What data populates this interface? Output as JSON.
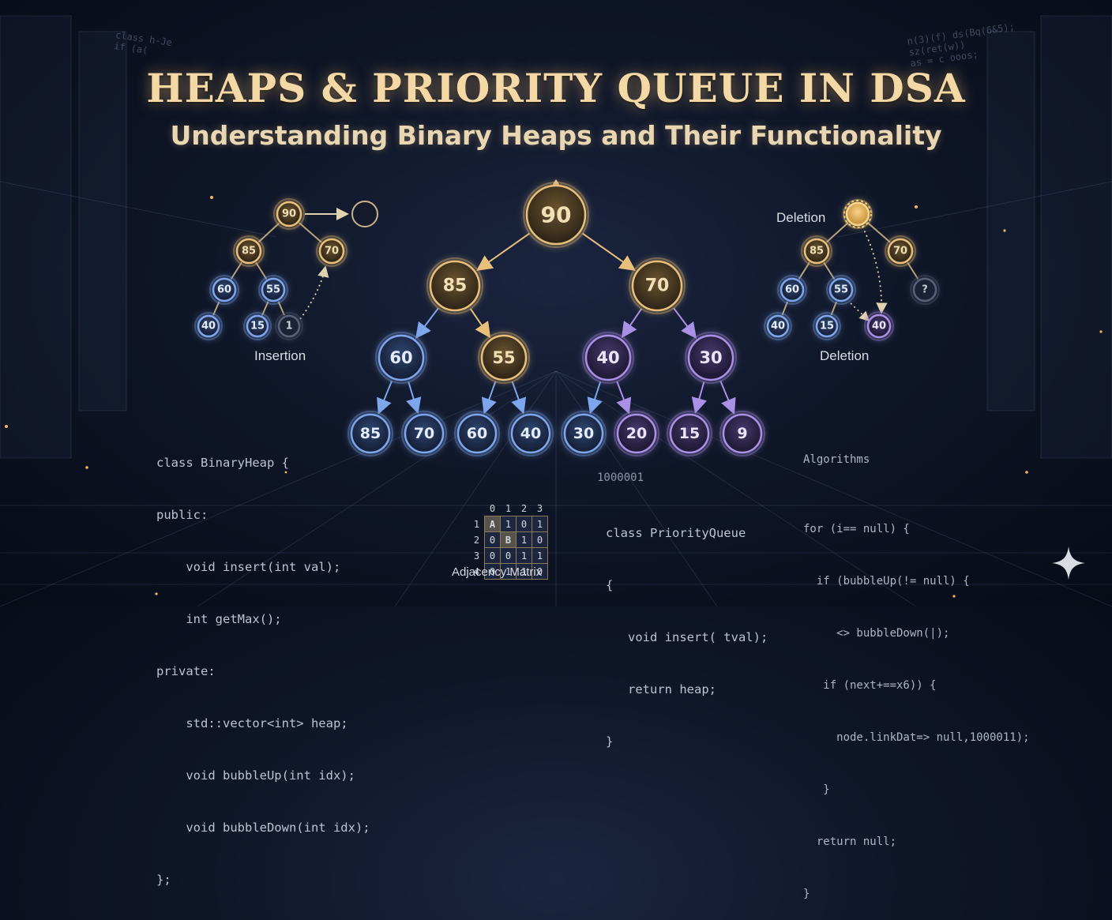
{
  "header": {
    "title": "HEAPS & PRIORITY QUEUE IN DSA",
    "subtitle": "Understanding Binary Heaps and Their Functionality"
  },
  "main_heap": {
    "nodes": [
      "90",
      "85",
      "70",
      "60",
      "55",
      "40",
      "30",
      "85",
      "70",
      "60",
      "40",
      "30",
      "20",
      "15",
      "9"
    ]
  },
  "insertion_diagram": {
    "label": "Insertion",
    "nodes": [
      "90",
      "85",
      "70",
      "60",
      "55",
      "40",
      "15",
      "1"
    ]
  },
  "deletion_diagram": {
    "top_label": "Deletion",
    "bottom_label": "Deletion",
    "nodes": [
      "85",
      "70",
      "60",
      "55",
      "?",
      "40",
      "15",
      "40"
    ]
  },
  "code_left": [
    "class BinaryHeap {",
    "public:",
    "    void insert(int val);",
    "    int getMax();",
    "private:",
    "    std::vector<int> heap;",
    "    void bubbleUp(int idx);",
    "    void bubbleDown(int idx);",
    "};"
  ],
  "code_center": [
    "class PriorityQueue",
    "{",
    "   void insert( tval);",
    "   return heap;",
    "}"
  ],
  "code_right": {
    "heading": "Algorithms",
    "lines": [
      "for (i== null) {",
      "  if (bubbleUp(!= null) {",
      "     <> bubbleDown(|);",
      "   if (next+==x6)) {",
      "     node.linkDat=> null,1000011);",
      "   }",
      "  return null;",
      "}"
    ]
  },
  "binary_hint": "1000001",
  "matrix": {
    "columns": [
      "0",
      "1",
      "2",
      "3"
    ],
    "rows": [
      {
        "label": "1",
        "cells": [
          "A",
          "1",
          "0",
          "1"
        ]
      },
      {
        "label": "2",
        "cells": [
          "0",
          "B",
          "1",
          "0"
        ]
      },
      {
        "label": "3",
        "cells": [
          "0",
          "0",
          "1",
          "1"
        ]
      },
      {
        "label": "4",
        "cells": [
          "0",
          "1",
          "1",
          "0"
        ]
      }
    ],
    "label": "Adjacency Matrix"
  },
  "colors": {
    "gold": "#e8b96a",
    "blue": "#6f9ce8",
    "purple": "#a487e0",
    "background": "#0f1628"
  }
}
